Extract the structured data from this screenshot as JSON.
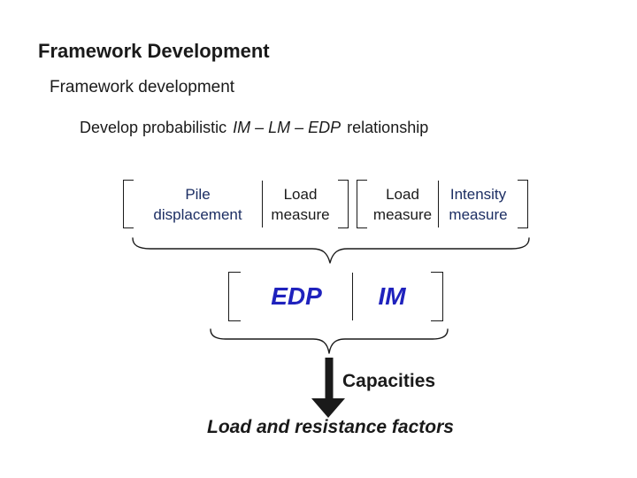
{
  "slide": {
    "title": "Framework Development",
    "subtitle": "Framework development",
    "statement": {
      "prefix": "Develop probabilistic",
      "emphasis": "IM – LM – EDP",
      "suffix": "relationship"
    },
    "conditionals": [
      {
        "given": [
          "Pile",
          "displacement"
        ],
        "condition": [
          "Load",
          "measure"
        ]
      },
      {
        "given": [
          "Load",
          "measure"
        ],
        "condition": [
          "Intensity",
          "measure"
        ]
      }
    ],
    "result": {
      "given": "EDP",
      "condition": "IM"
    },
    "arrow_label": "Capacities",
    "footer": "Load and resistance factors",
    "colors": {
      "accent_navy": "#1c2e63",
      "accent_blue": "#1f22bd",
      "ink": "#1a1a1a"
    }
  }
}
